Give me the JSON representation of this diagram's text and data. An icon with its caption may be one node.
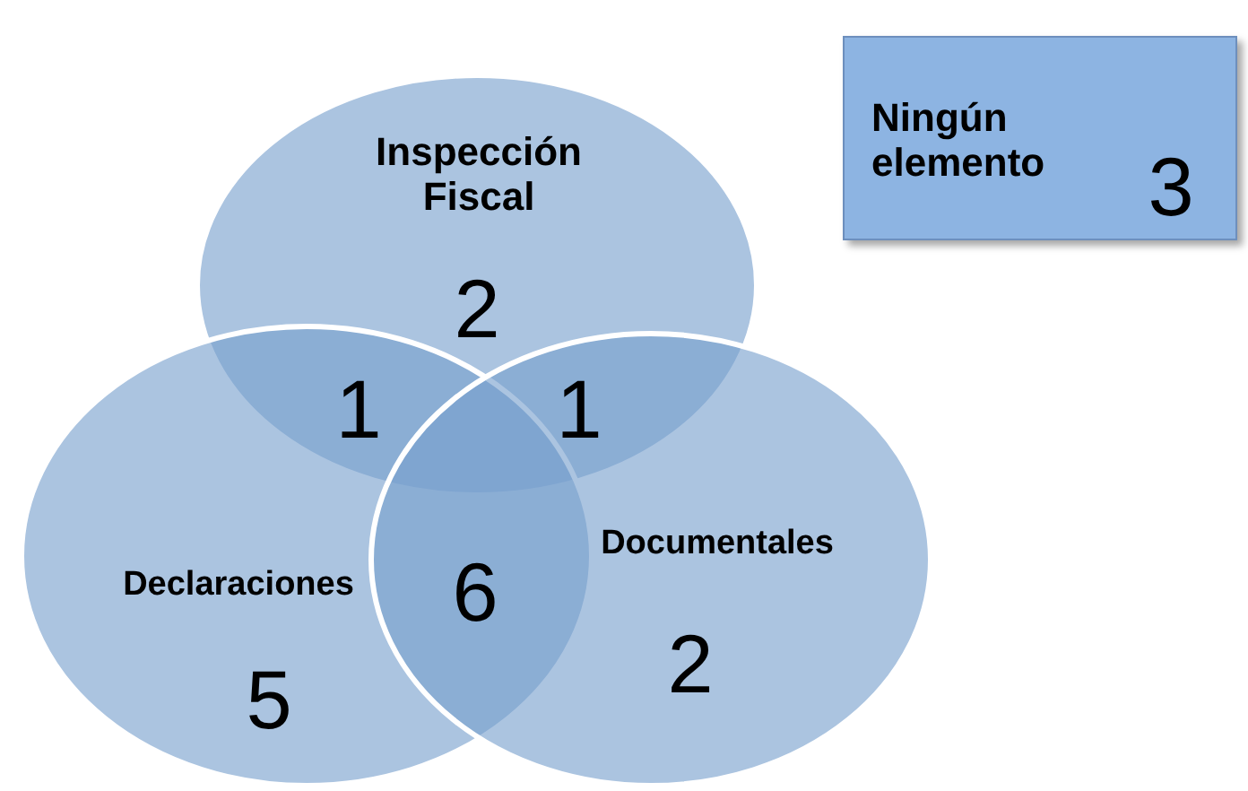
{
  "diagram": {
    "nodes": [
      {
        "text": [
          "Inspección Fiscal",
          "2"
        ]
      },
      {
        "text": [
          "Declaraciones",
          "5"
        ]
      },
      {
        "text": [
          "Documentales",
          "2"
        ]
      },
      {
        "text": [
          "Ningún elemento",
          "3"
        ]
      }
    ],
    "labels": [
      "1",
      "1",
      "6"
    ]
  }
}
